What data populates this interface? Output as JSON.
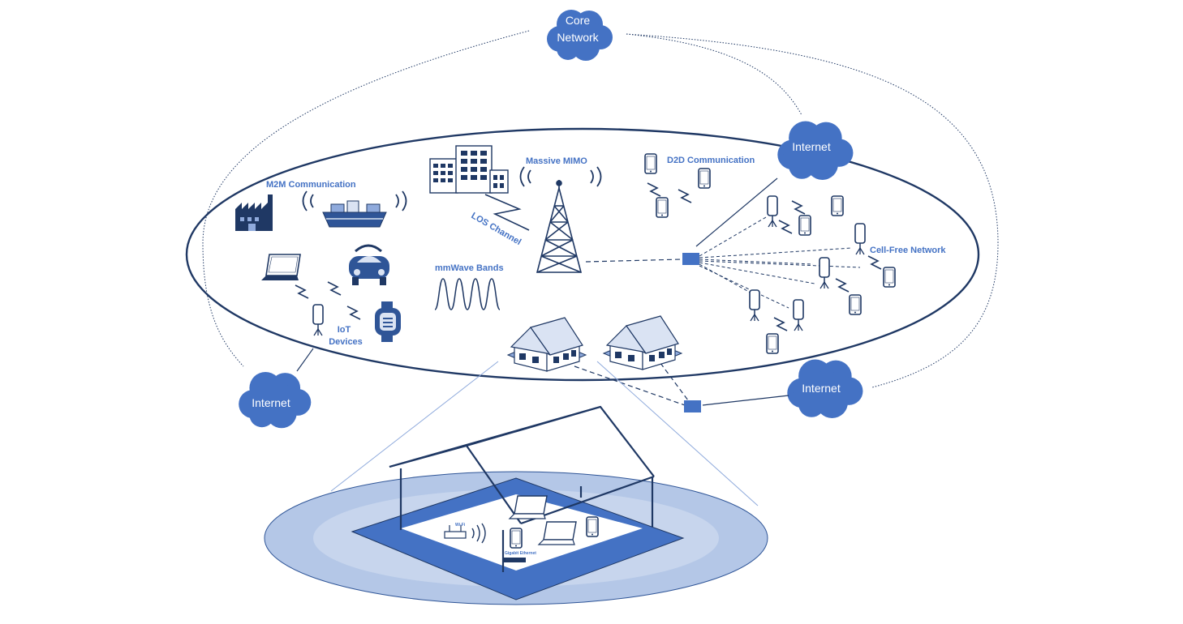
{
  "colors": {
    "accent": "#4472c4",
    "dark": "#1f3864",
    "cloud": "#4472c4",
    "ground": "#b4c7e7"
  },
  "clouds": {
    "core": {
      "line1": "Core",
      "line2": "Network"
    },
    "internet_top_right": "Internet",
    "internet_left": "Internet",
    "internet_bottom_right": "Internet"
  },
  "labels": {
    "m2m": "M2M Communication",
    "massive_mimo": "Massive MIMO",
    "d2d": "D2D Communication",
    "los_channel": "LOS Channel",
    "mmwave": "mmWave Bands",
    "cell_free": "Cell-Free Network",
    "iot_line1": "IoT",
    "iot_line2": "Devices",
    "wifi": "Wi-Fi",
    "gigabit": "Gigabit Ethernet"
  },
  "icons": [
    "cloud-icon",
    "factory-icon",
    "ship-icon",
    "office-building-icon",
    "cell-tower-icon",
    "smartphone-icon",
    "laptop-icon",
    "car-icon",
    "smartwatch-icon",
    "access-point-icon",
    "house-icon",
    "router-icon",
    "network-switch-icon"
  ]
}
